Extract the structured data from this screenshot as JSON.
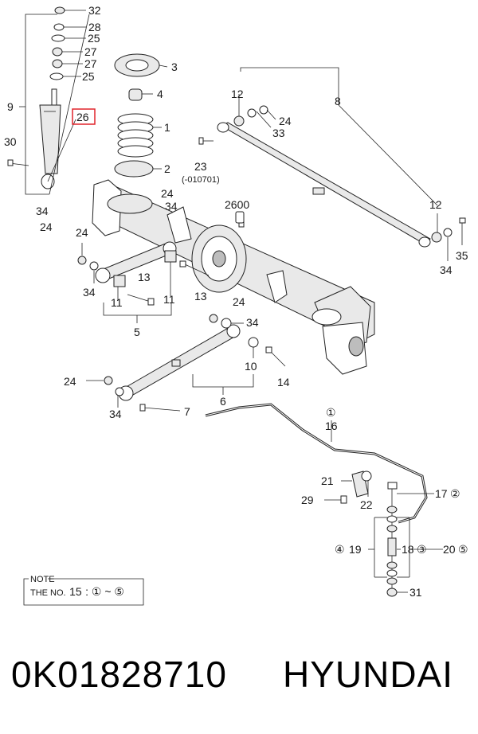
{
  "labels": {
    "l32": "32",
    "l28": "28",
    "l25a": "25",
    "l27a": "27",
    "l27b": "27",
    "l25b": "25",
    "l9": "9",
    "l26": "26",
    "l30": "30",
    "l3": "3",
    "l4": "4",
    "l1": "1",
    "l2": "2",
    "l12a": "12",
    "l8": "8",
    "l24a": "24",
    "l33": "33",
    "l23": "23",
    "l23sub": "(-010701)",
    "l34a": "34",
    "l24b": "24",
    "l24c": "24",
    "l34b": "34",
    "l2600": "2600",
    "l12b": "12",
    "l35": "35",
    "l34c": "34",
    "l24d": "24",
    "l34d": "34",
    "l13a": "13",
    "l11a": "11",
    "l11b": "11",
    "l13b": "13",
    "l5": "5",
    "l24e": "24",
    "l34e": "34",
    "l10": "10",
    "l14": "14",
    "l24f": "24",
    "l34f": "34",
    "l6": "6",
    "l7": "7",
    "l16": "16",
    "l21": "21",
    "l29": "29",
    "l22": "22",
    "l17": "17",
    "l19": "19",
    "l18": "18",
    "l20": "20",
    "l31": "31"
  },
  "circled": {
    "c16": "①",
    "c17": "②",
    "c18": "③",
    "c19": "④",
    "c20": "⑤"
  },
  "note": {
    "title": "NOTE",
    "text_prefix": "THE NO.",
    "text_no": "15",
    "text_range": ": ① ~ ⑤"
  },
  "highlight": {
    "color": "#e0242b"
  },
  "caption": {
    "part_number": "0K01828710",
    "brand": "HYUNDAI"
  }
}
